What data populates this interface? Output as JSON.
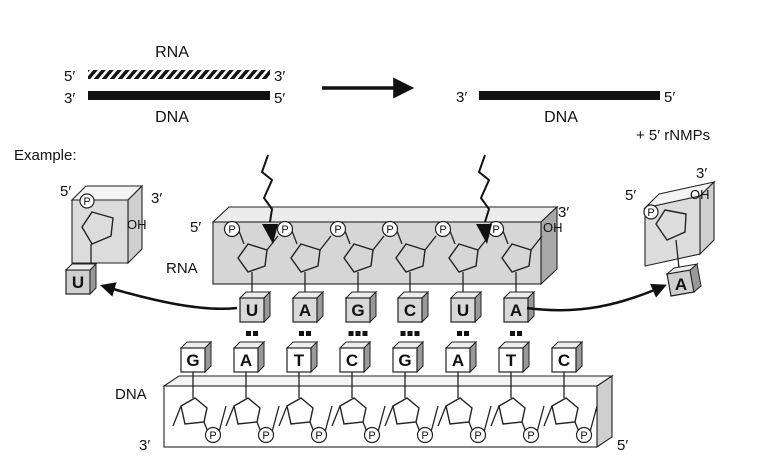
{
  "top": {
    "rna_label": "RNA",
    "dna_label_left": "DNA",
    "dna_label_right": "DNA",
    "prime5": "5′",
    "prime3": "3′",
    "product": "+  5′ rNMPs"
  },
  "example_label": "Example:",
  "rna_strand": {
    "label": "RNA",
    "end5": "5′",
    "end3": "3′",
    "oh": "OH",
    "phosphate": "P",
    "bases": [
      "U",
      "A",
      "G",
      "C",
      "U",
      "A"
    ],
    "h_bonds": [
      2,
      2,
      3,
      3,
      2,
      2
    ]
  },
  "dna_strand": {
    "label": "DNA",
    "end3": "3′",
    "end5": "5′",
    "phosphate": "P",
    "bases": [
      "G",
      "A",
      "T",
      "C",
      "G",
      "A",
      "T",
      "C"
    ]
  },
  "released_left": {
    "end5": "5′",
    "end3": "3′",
    "oh": "OH",
    "phosphate": "P",
    "base": "U"
  },
  "released_right": {
    "end5": "5′",
    "end3": "3′",
    "oh": "OH",
    "phosphate": "P",
    "base": "A"
  }
}
